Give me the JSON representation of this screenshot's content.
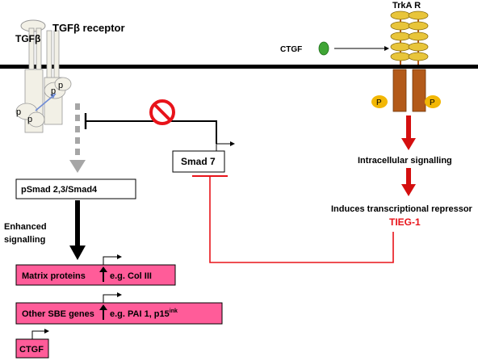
{
  "colors": {
    "membrane": "#000000",
    "pink_box": "#ff5c99",
    "red_line": "#e8131a",
    "arrow_red": "#d40f0f",
    "arrow_gray": "#a6a6a6",
    "receptor_fill": "#f2f0e6",
    "trka_gold": "#e8c53a",
    "trka_brown": "#b35a1a",
    "phospho_yellow": "#f2b705",
    "ctgf_green": "#3fa535"
  },
  "labels": {
    "tgfb_ligand": "TGFβ",
    "tgfb_receptor": "TGFβ receptor",
    "trka_receptor": "TrkA R",
    "ctgf_ligand": "CTGF",
    "p": "p",
    "P": "P",
    "intracellular_signalling": "Intracellular signalling",
    "induces_repressor": "Induces transcriptional repressor",
    "tieg1": "TIEG-1",
    "smad7": "Smad 7",
    "psmad": "pSmad 2,3/Smad4",
    "enhanced": "Enhanced",
    "signalling": "signalling",
    "matrix_proteins": "Matrix proteins",
    "matrix_example": "e.g. Col III",
    "other_sbe": "Other SBE genes",
    "other_sbe_example": "e.g. PAI 1, p15",
    "other_sbe_sup": "ink",
    "ctgf_gene": "CTGF"
  },
  "icons": {
    "inhibition": "no-sign-icon",
    "up_arrow": "up-arrow-icon",
    "promoter": "promoter-arrow-icon",
    "ligand": "green-ligand-icon"
  }
}
